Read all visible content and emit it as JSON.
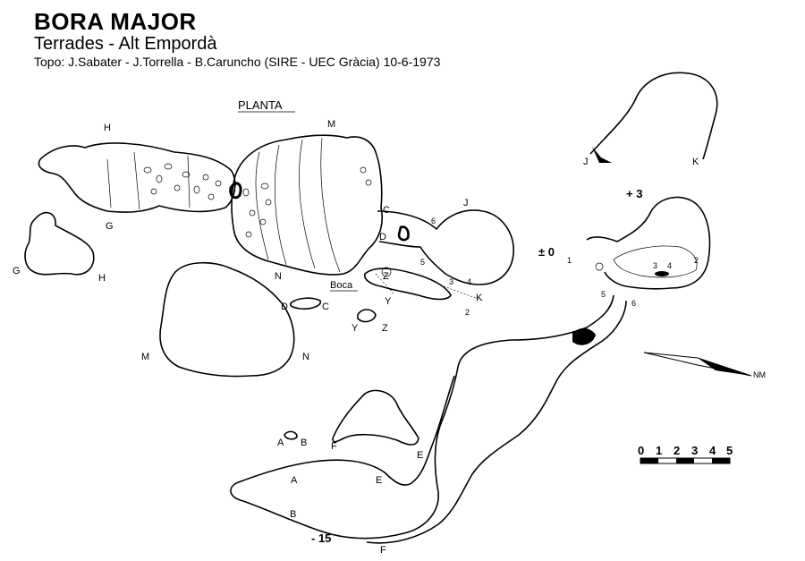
{
  "header": {
    "title": "BORA MAJOR",
    "subtitle": "Terrades - Alt Empordà",
    "credits": "Topo: J.Sabater - J.Torrella - B.Caruncho (SIRE - UEC Gràcia) 10-6-1973"
  },
  "plan_label": "PLANTA",
  "entrance_label": "Boca",
  "north_label": "NM",
  "scale": {
    "ticks": [
      "0",
      "1",
      "2",
      "3",
      "4",
      "5"
    ]
  },
  "depths": {
    "plus3": "+ 3",
    "zero": "± 0",
    "minus15": "- 15"
  },
  "section_letters": {
    "H": "H",
    "G": "G",
    "M": "M",
    "N": "N",
    "C": "C",
    "D": "D",
    "J": "J",
    "K": "K",
    "Y": "Y",
    "Z": "Z",
    "A": "A",
    "B": "B",
    "E": "E",
    "F": "F"
  },
  "station_numbers": {
    "n1": "1",
    "n2": "2",
    "n3": "3",
    "n4": "4",
    "n5": "5",
    "n6": "6"
  }
}
